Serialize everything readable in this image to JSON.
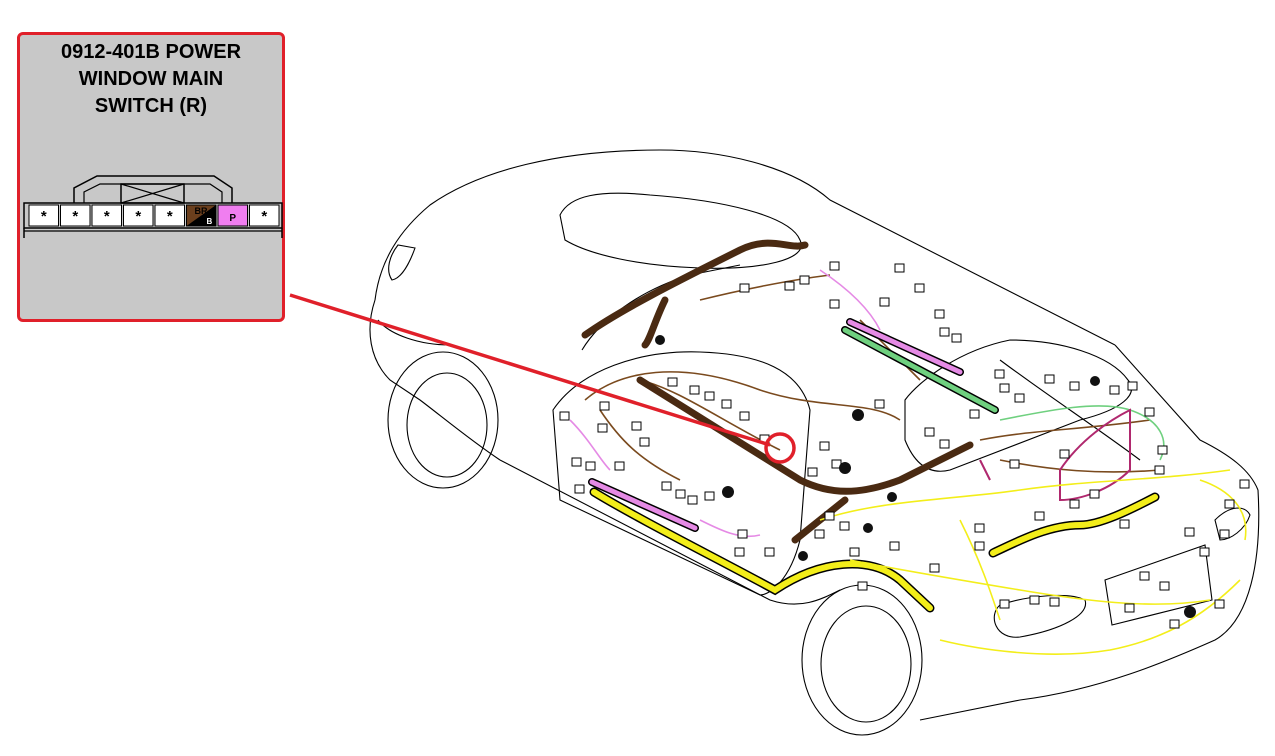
{
  "callout": {
    "title_lines": [
      "0912-401B POWER",
      "WINDOW MAIN",
      "SWITCH (R)"
    ],
    "border_color": "#e0202a",
    "background_color": "#c8c8c8"
  },
  "connector": {
    "pins": [
      {
        "label": "*",
        "color": "#ffffff"
      },
      {
        "label": "*",
        "color": "#ffffff"
      },
      {
        "label": "*",
        "color": "#ffffff"
      },
      {
        "label": "*",
        "color": "#ffffff"
      },
      {
        "label": "*",
        "color": "#ffffff"
      },
      {
        "label": "BR",
        "sub_label": "B",
        "color": "#6b3f1d",
        "split_color": "#000000"
      },
      {
        "label": "P",
        "color": "#f07ef0"
      },
      {
        "label": "*",
        "color": "#ffffff"
      }
    ]
  },
  "wire_colors": {
    "brown": "#7a4a1e",
    "pink": "#e58ae5",
    "green": "#6fd07f",
    "yellow": "#f3ee1a",
    "magenta": "#b0286e",
    "dark_brown": "#4a2a12"
  },
  "highlight_color": "#e0202a"
}
